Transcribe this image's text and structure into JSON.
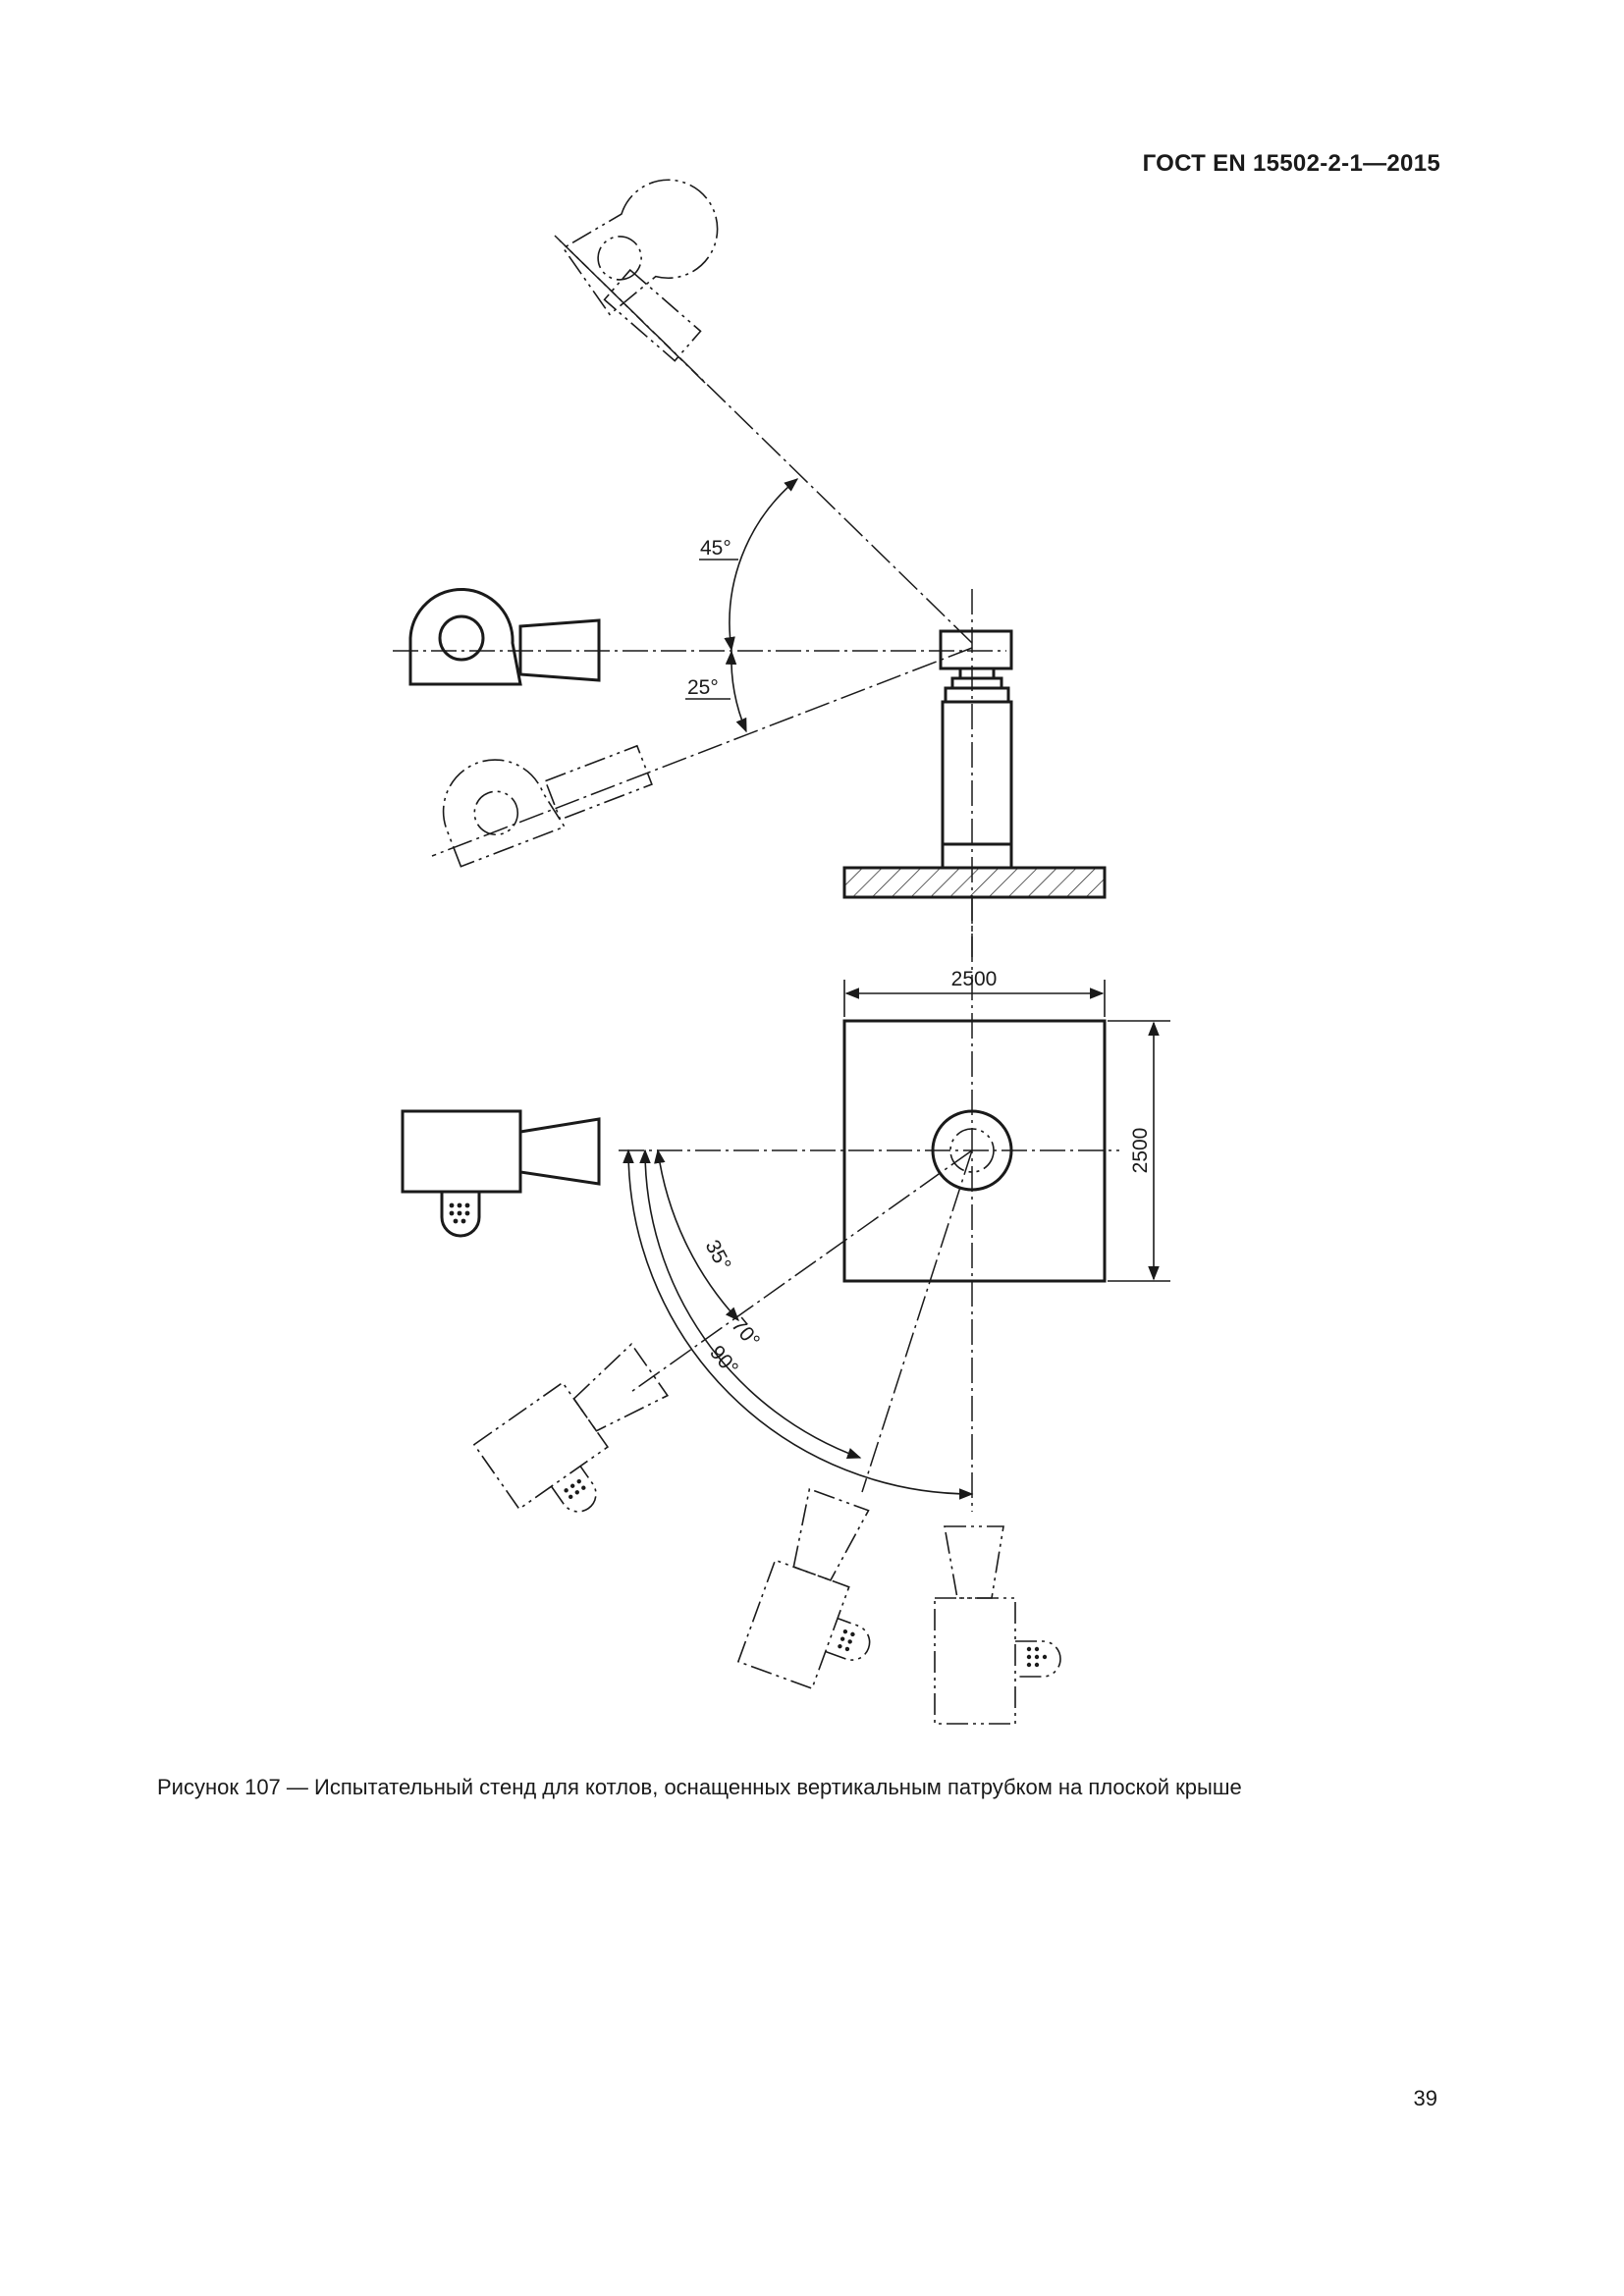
{
  "header": {
    "standard": "ГОСТ EN 15502-2-1—2015"
  },
  "figure": {
    "angles_elevation": [
      "45°",
      "25°"
    ],
    "angles_plan": [
      "35°",
      "70°",
      "90°"
    ],
    "dim_width": "2500",
    "dim_height": "2500"
  },
  "caption": "Рисунок 107 — Испытательный стенд для котлов, оснащенных вертикальным патрубком на плоской крыше",
  "page_number": "39"
}
